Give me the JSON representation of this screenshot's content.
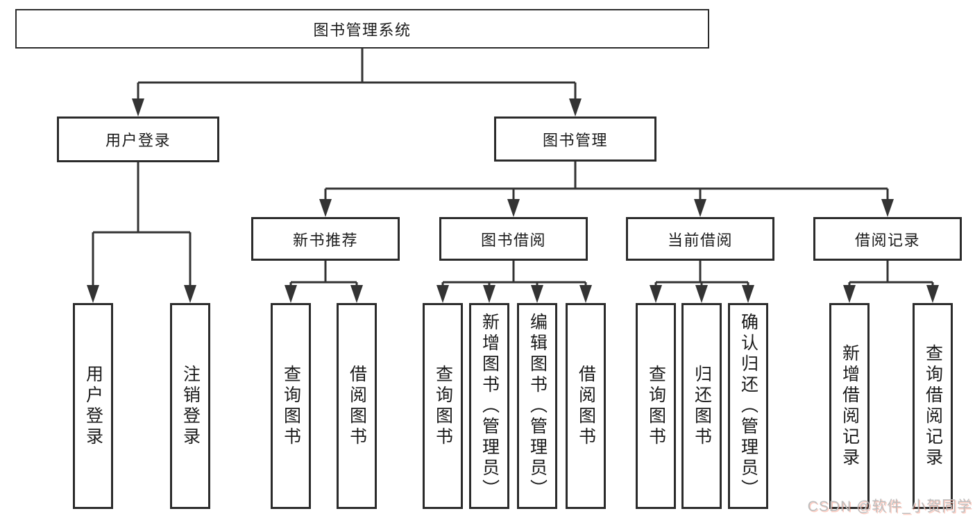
{
  "diagram": {
    "title_node": "图书管理系统",
    "root": {
      "label": "图书管理系统"
    },
    "level2": [
      {
        "id": "user-login",
        "label": "用户登录",
        "parent": "图书管理系统"
      },
      {
        "id": "book-management",
        "label": "图书管理",
        "parent": "图书管理系统"
      }
    ],
    "level3": [
      {
        "id": "new-book-recommend",
        "label": "新书推荐",
        "parent": "图书管理"
      },
      {
        "id": "book-borrow",
        "label": "图书借阅",
        "parent": "图书管理"
      },
      {
        "id": "current-borrow",
        "label": "当前借阅",
        "parent": "图书管理"
      },
      {
        "id": "borrow-records",
        "label": "借阅记录",
        "parent": "图书管理"
      }
    ],
    "leaves": [
      {
        "label": "用户登录",
        "parent": "用户登录"
      },
      {
        "label": "注销登录",
        "parent": "用户登录"
      },
      {
        "label": "查询图书",
        "parent": "新书推荐"
      },
      {
        "label": "借阅图书",
        "parent": "新书推荐"
      },
      {
        "label": "查询图书",
        "parent": "图书借阅"
      },
      {
        "label": "新增图书（管理员）",
        "parent": "图书借阅"
      },
      {
        "label": "编辑图书（管理员）",
        "parent": "图书借阅"
      },
      {
        "label": "借阅图书",
        "parent": "图书借阅"
      },
      {
        "label": "查询图书",
        "parent": "当前借阅"
      },
      {
        "label": "归还图书",
        "parent": "当前借阅"
      },
      {
        "label": "确认归还（管理员）",
        "parent": "当前借阅"
      },
      {
        "label": "新增借阅记录",
        "parent": "借阅记录"
      },
      {
        "label": "查询借阅记录",
        "parent": "借阅记录"
      }
    ]
  },
  "watermark": {
    "text": "CSDN @软件_小贺同学"
  },
  "colors": {
    "line": "#333333",
    "box_border": "#2b2b2b",
    "text": "#1a1a1a",
    "background": "#ffffff",
    "watermark_gray": "#bdbdbd",
    "watermark_red": "#fc5531"
  }
}
